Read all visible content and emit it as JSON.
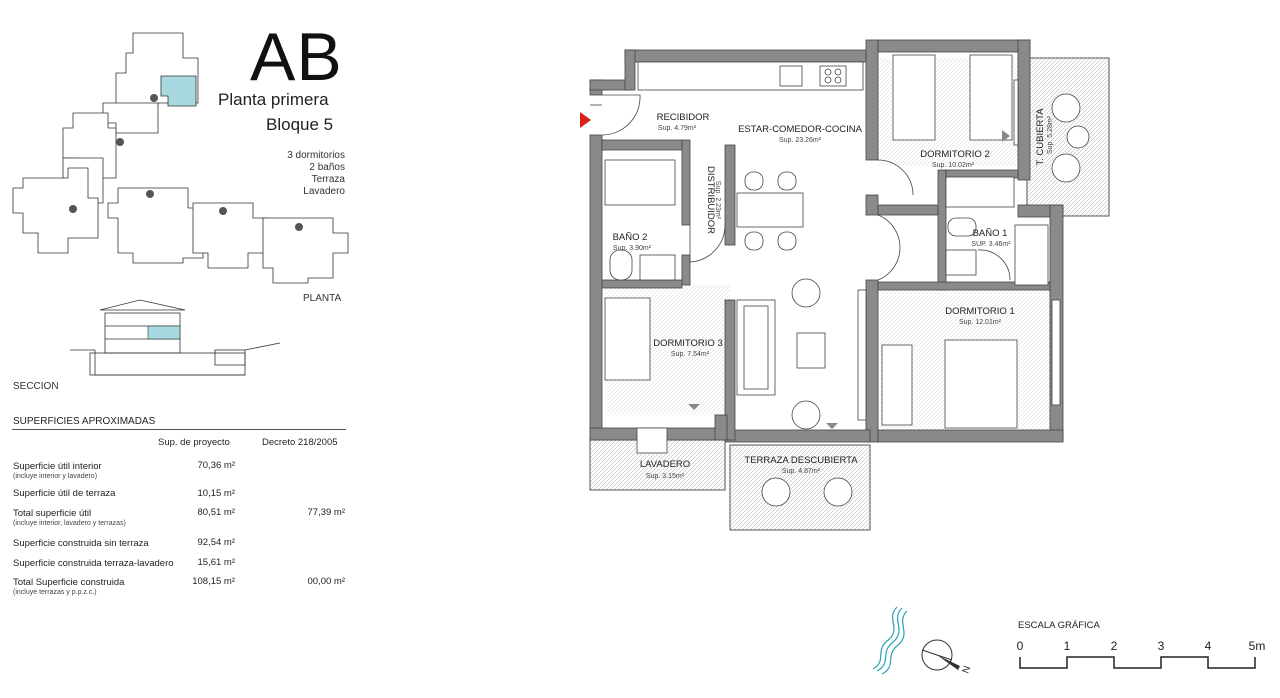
{
  "header": {
    "code": "AB",
    "floor": "Planta primera",
    "block": "Bloque 5"
  },
  "features": [
    "3 dormitorios",
    "2 baños",
    "Terraza",
    "Lavadero"
  ],
  "labels": {
    "planta": "PLANTA",
    "seccion": "SECCION",
    "table_title": "SUPERFICIES APROXIMADAS",
    "col_project": "Sup. de proyecto",
    "col_decree": "Decreto 218/2005",
    "scale_title": "ESCALA GRÁFICA",
    "north": "N"
  },
  "surfaces": [
    {
      "label": "Superficie útil interior",
      "note": "(incluye interior y lavadero)",
      "project": "70,36 m²",
      "decree": ""
    },
    {
      "label": "Superficie útil de terraza",
      "note": "",
      "project": "10,15 m²",
      "decree": ""
    },
    {
      "label": "Total superficie útil",
      "note": "(incluye interior, lavadero y terrazas)",
      "project": "80,51 m²",
      "decree": "77,39 m²"
    },
    {
      "label": "Superficie construida sin terraza",
      "note": "",
      "project": "92,54 m²",
      "decree": ""
    },
    {
      "label": "Superficie construida terraza-lavadero",
      "note": "",
      "project": "15,61 m²",
      "decree": ""
    },
    {
      "label": "Total Superficie construida",
      "note": "(incluye terrazas y p.p.z.c.)",
      "project": "108,15 m²",
      "decree": "00,00 m²"
    }
  ],
  "rooms": {
    "recibidor": {
      "name": "RECIBIDOR",
      "area": "Sup. 4.79m²"
    },
    "estar": {
      "name": "ESTAR-COMEDOR-COCINA",
      "area": "Sup. 23.26m²"
    },
    "dorm2": {
      "name": "DORMITORIO 2",
      "area": "Sup. 10.02m²"
    },
    "cubierta": {
      "name": "T. CUBIERTA",
      "area": "Sup. 5.28m²"
    },
    "distribuidor": {
      "name": "DISTRIBUIDOR",
      "area": "Sup. 2.23m²"
    },
    "bano2": {
      "name": "BAÑO 2",
      "area": "Sup. 3.90m²"
    },
    "bano1": {
      "name": "BAÑO 1",
      "area": "SUP. 3.46m²"
    },
    "dorm1": {
      "name": "DORMITORIO 1",
      "area": "Sup. 12.01m²"
    },
    "dorm3": {
      "name": "DORMITORIO 3",
      "area": "Sup. 7.54m²"
    },
    "lavadero": {
      "name": "LAVADERO",
      "area": "Sup. 3.15m²"
    },
    "terraza": {
      "name": "TERRAZA DESCUBIERTA",
      "area": "Sup. 4.87m²"
    }
  },
  "scale_ticks": [
    "0",
    "1",
    "2",
    "3",
    "4",
    "5m"
  ],
  "colors": {
    "highlight": "#a8d8e0",
    "wall": "#8a8a8a",
    "entry": "#d9201f"
  },
  "icons": [
    "entry-arrow-icon",
    "north-compass-icon",
    "sea-waves-icon"
  ]
}
